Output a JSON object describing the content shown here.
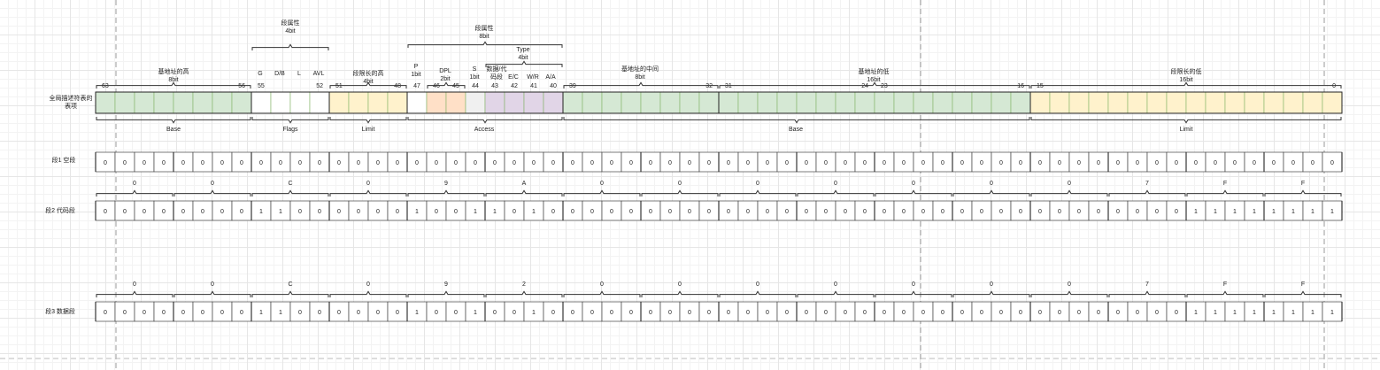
{
  "colors": {
    "green": "#d5e8d4",
    "yellow": "#fff2cc",
    "white": "#ffffff",
    "orange": "#ffe0c7",
    "grey": "#f0f0f0",
    "purple": "#e1d5e7"
  },
  "row_labels": {
    "gdt": "全局描述符表的表项",
    "seg1": "段1 空段",
    "seg2": "段2 代码段",
    "seg3": "段3 数据段"
  },
  "groups": {
    "base": "Base",
    "flags": "Flags",
    "limit_high": "Limit",
    "access": "Access",
    "base_low": "Base",
    "limit_low": "Limit",
    "flags_top": "段属性",
    "flags_top_bits": "4bit",
    "access_top": "段属性",
    "access_top_bits": "8bit",
    "type_top": "Type",
    "type_top_bits": "4bit"
  },
  "fields": [
    {
      "name": "基地址的高",
      "bits": "8bit"
    },
    {
      "name": "段限长的高",
      "bits": "4bit"
    },
    {
      "name": "基地址的中间",
      "bits": "8bit"
    },
    {
      "name": "基地址的低",
      "bits": "16bit"
    },
    {
      "name": "段限长的低",
      "bits": "16bit"
    }
  ],
  "flag_names": [
    "G",
    "D/B",
    "L",
    "AVL"
  ],
  "access_names": {
    "p": "P",
    "p_bits": "1bit",
    "dpl": "DPL",
    "dpl_bits": "2bit",
    "s": "S",
    "s_bits": "1bit",
    "data_code": "数据/代",
    "data_code2": "码段",
    "ec": "E/C",
    "wr": "W/R",
    "aa": "A/A"
  },
  "bit_numbers": [
    "63",
    "56",
    "55",
    "52",
    "51",
    "48",
    "47",
    "46",
    "45",
    "44",
    "43",
    "42",
    "41",
    "40",
    "39",
    "32",
    "31",
    "24",
    "23",
    "16",
    "15",
    "0"
  ],
  "rows": {
    "seg1": {
      "bits": "0000000000000000000000000000000000000000000000000000000000000000"
    },
    "seg2": {
      "bits": "0000000011000000100110100000000000000000000000000000000011111111",
      "hex": [
        "0",
        "0",
        "C",
        "0",
        "9",
        "A",
        "0",
        "0",
        "0",
        "0",
        "0",
        "0",
        "0",
        "7",
        "F",
        "F"
      ]
    },
    "seg3": {
      "bits": "0000000011000000100100100000000000000000000000000000000011111111",
      "hex": [
        "0",
        "0",
        "C",
        "0",
        "9",
        "2",
        "0",
        "0",
        "0",
        "0",
        "0",
        "0",
        "0",
        "7",
        "F",
        "F"
      ]
    }
  }
}
